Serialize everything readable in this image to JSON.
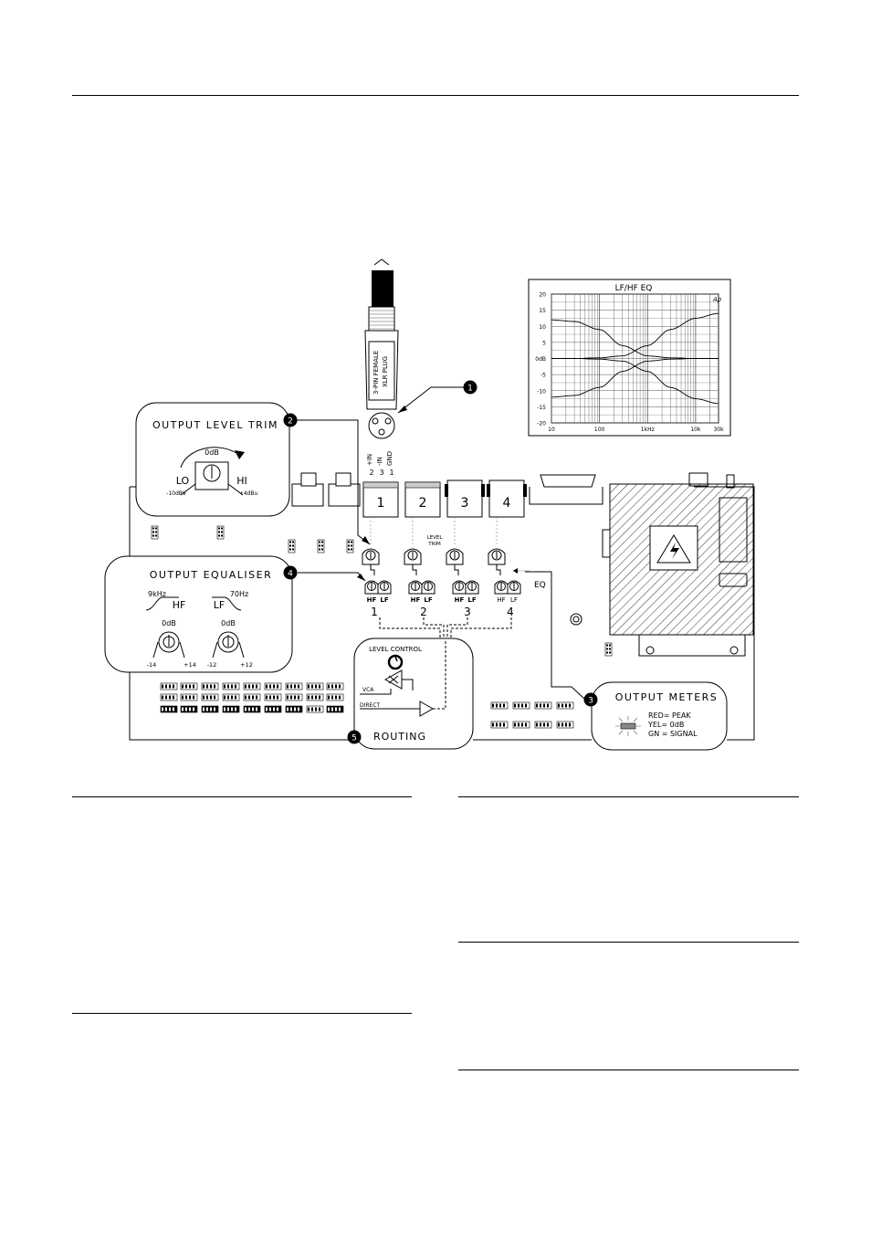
{
  "eq_chart": {
    "title": "LF/HF  EQ",
    "logo_text": "Ap",
    "y_ticks": [
      "20",
      "15",
      "10",
      "5",
      "0dB",
      "-5",
      "-10",
      "-15",
      "-20"
    ],
    "x_ticks": [
      "10",
      "100",
      "1kHz",
      "10k",
      "30k"
    ]
  },
  "chart_data": {
    "type": "line",
    "title": "LF/HF  EQ",
    "xlabel": "",
    "ylabel": "",
    "x_scale": "log",
    "xlim": [
      10,
      30000
    ],
    "ylim": [
      -20,
      20
    ],
    "grid": true,
    "x_ticks": [
      "10",
      "100",
      "1kHz",
      "10k",
      "30k"
    ],
    "y_ticks": [
      "20",
      "15",
      "10",
      "5",
      "0dB",
      "-5",
      "-10",
      "-15",
      "-20"
    ],
    "series": [
      {
        "x": [
          10,
          30,
          100,
          300,
          1000,
          3000,
          10000,
          30000
        ],
        "y": [
          12,
          11.5,
          9,
          4,
          0.8,
          0.2,
          0,
          0
        ]
      },
      {
        "x": [
          10,
          30,
          100,
          300,
          1000,
          3000,
          10000,
          30000
        ],
        "y": [
          -12,
          -11.5,
          -9,
          -4,
          -0.8,
          -0.2,
          0,
          0
        ]
      },
      {
        "x": [
          10,
          30,
          100,
          300,
          1000,
          3000,
          10000,
          30000
        ],
        "y": [
          0,
          0,
          0.2,
          0.8,
          4,
          9,
          12.5,
          14
        ]
      },
      {
        "x": [
          10,
          30,
          100,
          300,
          1000,
          3000,
          10000,
          30000
        ],
        "y": [
          0,
          0,
          -0.2,
          -0.8,
          -4,
          -9,
          -12.5,
          -14
        ]
      }
    ]
  },
  "xlr_plug": {
    "label_line1": "3-PIN FEMALE",
    "label_line2": "XLR PLUG",
    "pin_labels": [
      "+IN",
      "-IN",
      "GND"
    ],
    "pin_numbers": [
      "2",
      "3",
      "1"
    ]
  },
  "callouts": [
    "1",
    "2",
    "3",
    "4",
    "5"
  ],
  "output_level_trim": {
    "title": "OUTPUT LEVEL TRIM",
    "zero_label": "0dB",
    "lo_label": "LO",
    "hi_label": "HI",
    "lo_value": "-10dBV",
    "hi_value": "+4dBu"
  },
  "output_equaliser": {
    "title": "OUTPUT EQUALISER",
    "hf_freq": "9kHz",
    "hf_label": "HF",
    "lf_freq": "70Hz",
    "lf_label": "LF",
    "hf_zero": "0dB",
    "lf_zero": "0dB",
    "hf_min": "-14",
    "hf_max": "+14",
    "lf_min": "-12",
    "lf_max": "+12"
  },
  "connectors": [
    "1",
    "2",
    "3",
    "4"
  ],
  "level_trim_label": [
    "LEVEL",
    "TRIM"
  ],
  "eq_label": "EQ",
  "eq_pot_labels": {
    "hf": "HF",
    "lf": "LF"
  },
  "channel_numbers": [
    "1",
    "2",
    "3",
    "4"
  ],
  "routing": {
    "level_control": "LEVEL CONTROL",
    "vca": "VCA",
    "direct": "DIRECT",
    "title": "ROUTING"
  },
  "output_meters": {
    "title": "OUTPUT METERS",
    "lines": [
      "RED=  PEAK",
      "YEL=  0dB",
      "GN  =  SIGNAL"
    ]
  }
}
